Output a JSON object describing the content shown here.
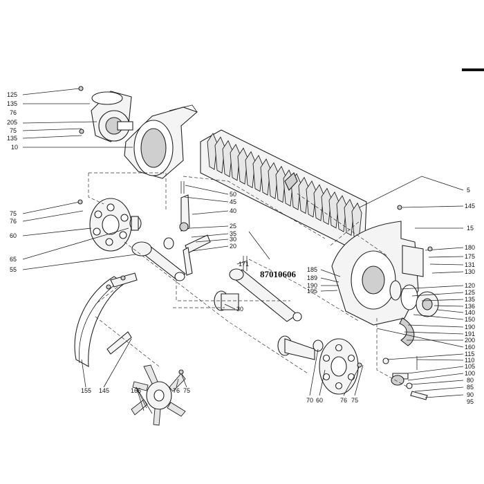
{
  "highlight_part_number": "87010606",
  "labels": {
    "l125a": "125",
    "l135a": "135",
    "l76a": "76",
    "l205": "205",
    "l75a": "75",
    "l135b": "135",
    "l10": "10",
    "l75b": "75",
    "l76b": "76",
    "l60a": "60",
    "l65": "65",
    "l55": "55",
    "l50": "50",
    "l45": "45",
    "l40": "40",
    "l25": "25",
    "l35": "35",
    "l30a": "30",
    "l20": "20",
    "l171": "171",
    "l30b": "30",
    "l5": "5",
    "l145a": "145",
    "l15": "15",
    "l180": "180",
    "l175": "175",
    "l131": "131",
    "l130": "130",
    "l185": "185",
    "l189": "189",
    "l190a": "190",
    "l195": "195",
    "l120": "120",
    "l125b": "125",
    "l135c": "135",
    "l136": "136",
    "l140": "140",
    "l150": "150",
    "l190b": "190",
    "l191": "191",
    "l200": "200",
    "l160": "160",
    "l115": "115",
    "l110": "110",
    "l105": "105",
    "l100": "100",
    "l80": "80",
    "l85": "85",
    "l90": "90",
    "l95": "95",
    "l155": "155",
    "l145b": "145",
    "l165": "165",
    "l76c": "76",
    "l75c": "75",
    "l70": "70",
    "l60b": "60",
    "l76d": "76",
    "l75d": "75"
  }
}
